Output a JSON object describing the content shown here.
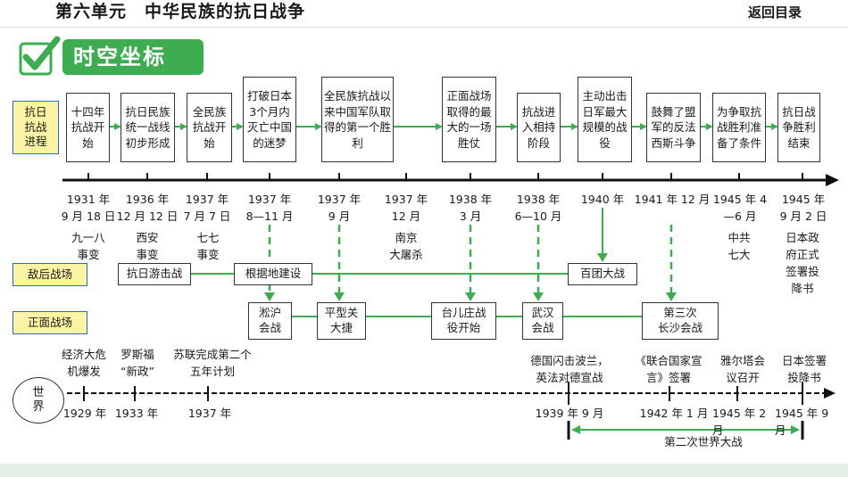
{
  "header": {
    "title": "第六单元　中华民族的抗日战争",
    "back": "返回目录"
  },
  "banner": {
    "title": "时空坐标"
  },
  "rows": {
    "progress": "抗日抗战进程",
    "rear": "敌后战场",
    "front": "正面战场",
    "world": "世界"
  },
  "events": [
    "十四年抗战开始",
    "抗日民族统一战线初步形成",
    "全民族抗战开始",
    "打破日本3个月内灭亡中国的迷梦",
    "全民族抗战以来中国军队取得的第一个胜利",
    "正面战场取得的最大的一场胜仗",
    "抗战进入相持阶段",
    "主动出击日军最大规模的战役",
    "鼓舞了盟军的反法西斯斗争",
    "为争取抗战胜利准备了条件",
    "抗日战争胜利结束"
  ],
  "dates": [
    "1931 年\n9 月 18 日",
    "1936 年\n12 月 12 日",
    "1937 年\n7 月 7 日",
    "1937 年\n8—11 月",
    "1937 年\n9 月",
    "1937 年\n12 月",
    "1938 年\n3 月",
    "1938 年\n6—10 月",
    "1940 年",
    "1941 年 12 月",
    "1945 年 4\n—6 月",
    "1945 年\n9 月 2 日"
  ],
  "notes": [
    "九一八\n事变",
    "西安\n事变",
    "七七\n事变",
    "南京\n大屠杀",
    "中共\n七大",
    "日本政\n府正式\n签署投\n降书"
  ],
  "rear_boxes": [
    "抗日游击战",
    "根据地建设",
    "百团大战"
  ],
  "front_boxes": [
    "淞沪\n会战",
    "平型关\n大捷",
    "台儿庄战\n役开始",
    "武汉\n会战",
    "第三次\n长沙会战"
  ],
  "world_events": [
    "经济大危\n机爆发",
    "罗斯福\n“新政”",
    "苏联完成第二个\n五年计划",
    "德国闪击波兰，\n英法对德宣战",
    "《联合国家宣\n言》签署",
    "雅尔塔会\n议召开",
    "日本签署\n投降书"
  ],
  "world_dates": [
    "1929 年",
    "1933 年",
    "1937 年",
    "1939 年 9 月",
    "1942 年 1 月",
    "1945 年 2\n月",
    "1945 年 9\n月"
  ],
  "ww2_label": "第二次世界大战",
  "colors": {
    "green": "#3eac50",
    "label_fill": "#fbf4a4",
    "label_border": "#2e6cb7"
  }
}
